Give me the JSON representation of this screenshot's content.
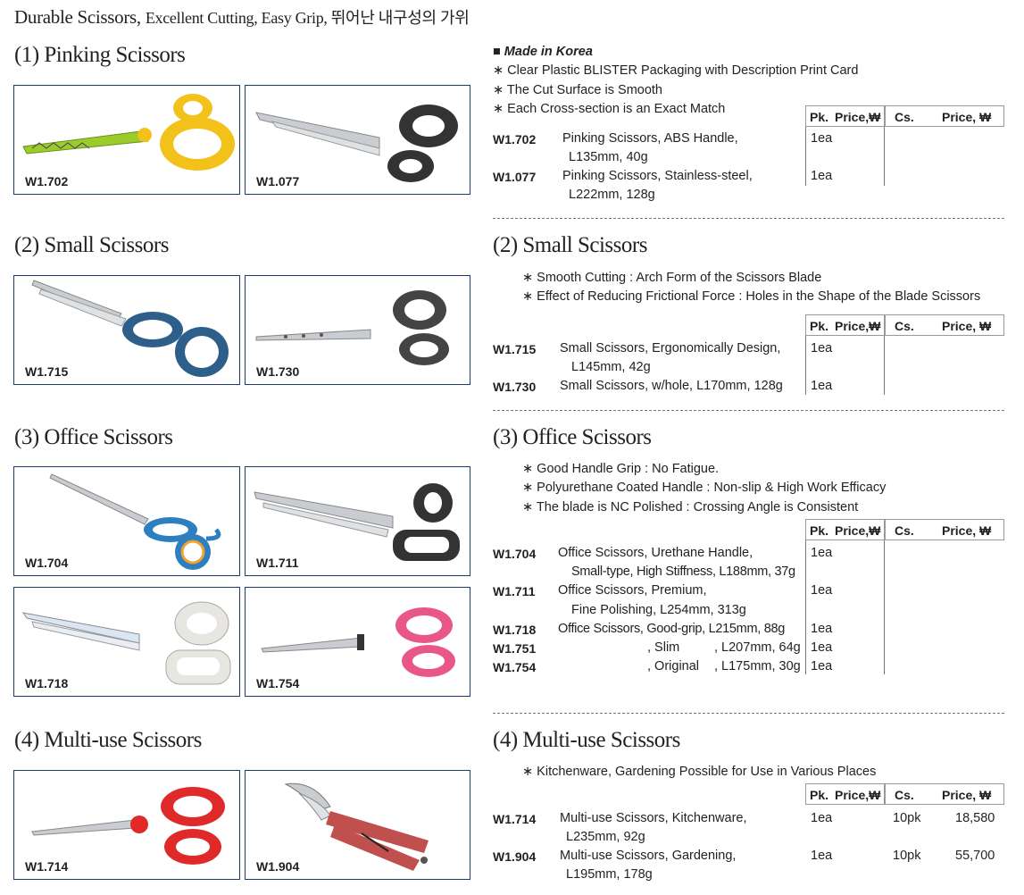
{
  "header": {
    "title": "Durable Scissors,",
    "subtitle": "Excellent Cutting, Easy Grip, 뛰어난 내구성의 가위"
  },
  "table_header": {
    "pk": "Pk.",
    "price1": "Price,₩",
    "cs": "Cs.",
    "price2": "Price, ₩"
  },
  "sections": [
    {
      "heading": "(1) Pinking Scissors",
      "notes": [
        "Made in Korea",
        "∗ Clear Plastic BLISTER Packaging with Description Print Card",
        "∗ The Cut Surface is Smooth",
        "∗ Each Cross-section is an Exact Match"
      ],
      "photos": [
        "W1.702",
        "W1.077"
      ],
      "rows": [
        {
          "code": "W1.702",
          "line1": "Pinking Scissors, ABS Handle,",
          "line2": "L135mm, 40g",
          "pk": "1ea",
          "cs": "",
          "price": ""
        },
        {
          "code": "W1.077",
          "line1": "Pinking Scissors, Stainless-steel,",
          "line2": "L222mm, 128g",
          "pk": "1ea",
          "cs": "",
          "price": ""
        }
      ]
    },
    {
      "heading": "(2) Small Scissors",
      "notes": [
        "∗ Smooth Cutting : Arch Form of the Scissors Blade",
        "∗ Effect of Reducing Frictional Force : Holes in the Shape of the Blade Scissors"
      ],
      "photos": [
        "W1.715",
        "W1.730"
      ],
      "rows": [
        {
          "code": "W1.715",
          "line1": "Small Scissors, Ergonomically Design,",
          "line2": "L145mm, 42g",
          "pk": "1ea",
          "cs": "",
          "price": ""
        },
        {
          "code": "W1.730",
          "line1": "Small Scissors, w/hole, L170mm, 128g",
          "line2": "",
          "pk": "1ea",
          "cs": "",
          "price": ""
        }
      ]
    },
    {
      "heading": "(3) Office Scissors",
      "notes": [
        "∗ Good Handle Grip : No Fatigue.",
        "∗ Polyurethane Coated Handle : Non-slip & High Work Efficacy",
        "∗ The blade is NC Polished : Crossing Angle is Consistent"
      ],
      "photos": [
        "W1.704",
        "W1.711",
        "W1.718",
        "W1.754"
      ],
      "rows": [
        {
          "code": "W1.704",
          "line1": "Office Scissors, Urethane Handle,",
          "line2": "Small-type, High Stiffness, L188mm, 37g",
          "pk": "1ea",
          "cs": "",
          "price": ""
        },
        {
          "code": "W1.711",
          "line1": "Office Scissors, Premium,",
          "line2": "Fine Polishing, L254mm, 313g",
          "pk": "1ea",
          "cs": "",
          "price": ""
        },
        {
          "code": "W1.718",
          "line1": "Office Scissors, Good-grip, L215mm, 88g",
          "line2": "",
          "pk": "1ea",
          "cs": "",
          "price": ""
        },
        {
          "code": "W1.751",
          "line1": ", Slim",
          "line1b": ", L207mm, 64g",
          "line2": "",
          "pk": "1ea",
          "cs": "",
          "price": ""
        },
        {
          "code": "W1.754",
          "line1": ", Original",
          "line1b": ", L175mm, 30g",
          "line2": "",
          "pk": "1ea",
          "cs": "",
          "price": ""
        }
      ]
    },
    {
      "heading": "(4) Multi-use Scissors",
      "notes": [
        "∗ Kitchenware, Gardening Possible for Use in Various Places"
      ],
      "photos": [
        "W1.714",
        "W1.904"
      ],
      "rows": [
        {
          "code": "W1.714",
          "line1": "Multi-use Scissors, Kitchenware,",
          "line2": "L235mm, 92g",
          "pk": "1ea",
          "cs": "10pk",
          "price": "18,580"
        },
        {
          "code": "W1.904",
          "line1": "Multi-use Scissors, Gardening,",
          "line2": "L195mm, 178g",
          "pk": "1ea",
          "cs": "10pk",
          "price": "55,700"
        }
      ]
    }
  ],
  "colors": {
    "frame": "#1f3a6e",
    "yellow": "#f2c21a",
    "green": "#9ccc2a",
    "black": "#333333",
    "blue": "#2d5f8a",
    "pink": "#e8568a",
    "red": "#e02a2a",
    "steel": "#c9ccd0"
  }
}
